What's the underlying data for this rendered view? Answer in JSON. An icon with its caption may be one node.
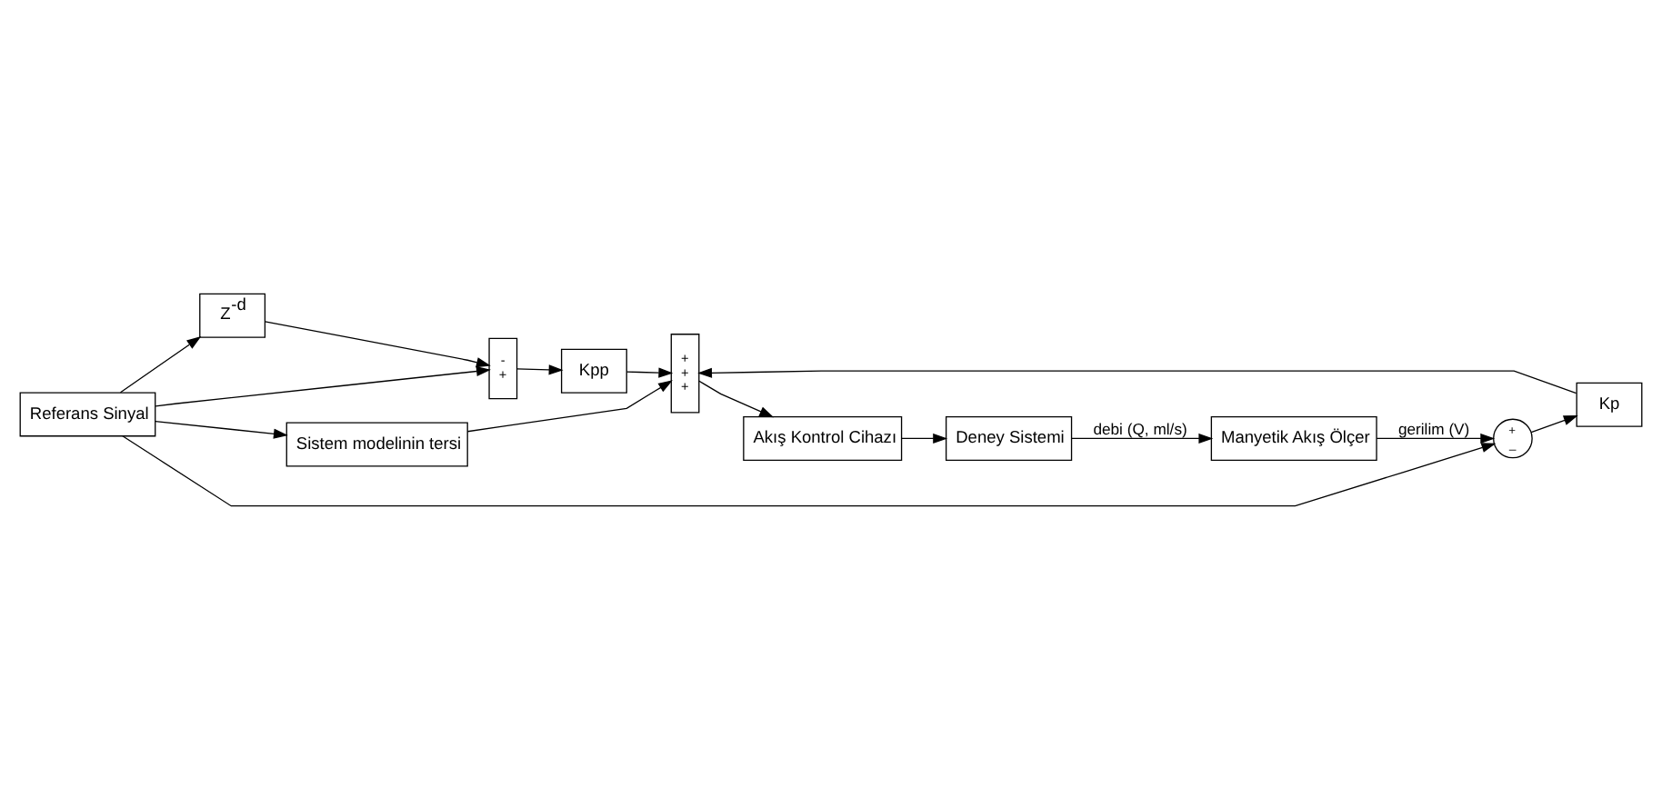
{
  "diagram": {
    "nodes": [
      {
        "text": [
          "Referans Sinyal"
        ]
      },
      {
        "text": [
          "Sistem modelinin tersi"
        ]
      },
      {
        "text": [
          "+",
          "_"
        ]
      },
      {
        "text": [
          "Kp"
        ]
      },
      {
        "text": [
          "Z$^{-d}$"
        ]
      },
      {
        "text": [
          "-",
          "+"
        ]
      },
      {
        "text": [
          "Kpp"
        ]
      },
      {
        "text": [
          "+",
          "+",
          "+"
        ]
      },
      {
        "text": [
          "Akış Kontrol Cihazı"
        ]
      },
      {
        "text": [
          "Deney Sistemi"
        ]
      },
      {
        "text": [
          "Manyetik Akış Ölçer"
        ]
      }
    ],
    "edges": [
      {
        "from": 0,
        "to": 1,
        "arrow": "to"
      },
      {
        "from": 0,
        "to": 2,
        "arrow": "to"
      },
      {
        "from": 0,
        "to": 4,
        "arrow": "to"
      },
      {
        "from": 0,
        "to": 5,
        "arrow": "to"
      },
      {
        "from": 1,
        "to": 7,
        "arrow": "to"
      },
      {
        "from": 2,
        "to": 3,
        "arrow": "to"
      },
      {
        "from": 3,
        "to": 7,
        "arrow": "to"
      },
      {
        "from": 4,
        "to": 5,
        "arrow": "to"
      },
      {
        "from": 5,
        "to": 6,
        "arrow": "to"
      },
      {
        "from": 6,
        "to": 7,
        "arrow": "to"
      },
      {
        "from": 7,
        "to": 8,
        "arrow": "to"
      },
      {
        "from": 8,
        "to": 9,
        "arrow": "to"
      },
      {
        "from": 9,
        "to": 10,
        "arrow": "to",
        "label": "debi (Q, ml/s)"
      },
      {
        "from": 10,
        "to": 2,
        "arrow": "to",
        "label": "gerilim (V)"
      }
    ]
  }
}
